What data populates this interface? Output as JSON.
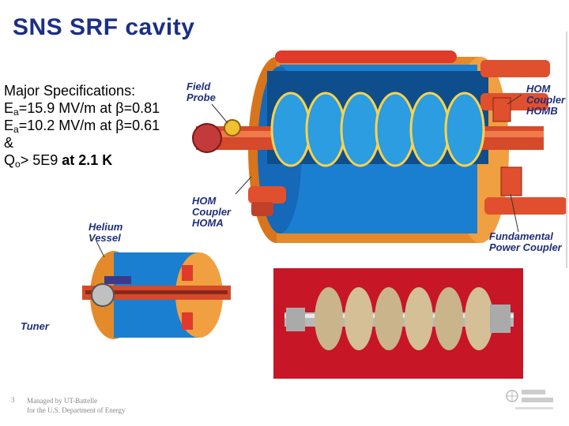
{
  "title": "SNS SRF cavity",
  "specs": {
    "heading": "Major Specifications:",
    "line1_pre": "E",
    "line1_sub": "a",
    "line1_post": "=15.9 MV/m at β=0.81",
    "line2_pre": "E",
    "line2_sub": "a",
    "line2_post": "=10.2 MV/m at β=0.61",
    "line3": "&",
    "line4_pre": "Q",
    "line4_sub": "o",
    "line4_mid": "> 5E9 ",
    "line4_post": "at 2.1 K"
  },
  "labels": {
    "field_probe": [
      "Field",
      "Probe"
    ],
    "hom_coupler_homb": [
      "HOM",
      "Coupler",
      "HOMB"
    ],
    "hom_coupler_homa": [
      "HOM",
      "Coupler",
      "HOMA"
    ],
    "fundamental_power_coupler": [
      "Fundamental",
      "Power Coupler"
    ],
    "helium_vessel": [
      "Helium",
      "Vessel"
    ],
    "tuner": "Tuner"
  },
  "footer": {
    "slide_number": "3",
    "line1": "Managed by UT-Battelle",
    "line2": "for the U.S. Department of Energy"
  },
  "colors": {
    "title": "#1b2f86",
    "label": "#1f2f7a",
    "vessel_blue": "#1a7fd0",
    "vessel_orange": "#e8902a",
    "cavity_cells": "#2b9de0",
    "photo_background": "#d41a2a",
    "niobium": "#c9b48c"
  }
}
